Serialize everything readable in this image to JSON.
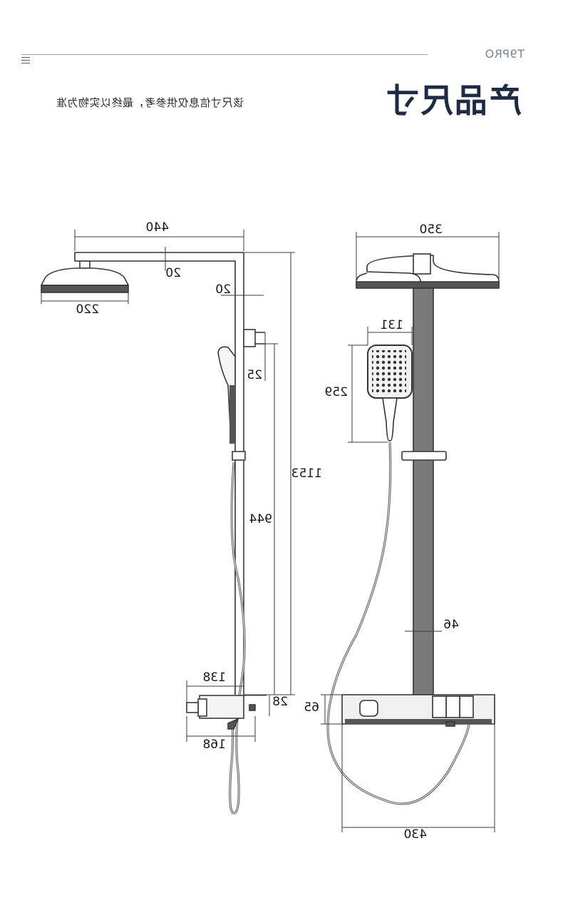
{
  "header": {
    "brand": "T9PRO",
    "title": "产品尺寸",
    "subtitle": "该尺寸信息仅供参考，最终以实物为准"
  },
  "diagram": {
    "side_view": {
      "arm_length": "440",
      "arm_drop": "20",
      "head_diameter": "220",
      "pole_offset": "20",
      "bracket_spacing": "25",
      "total_height": "1153",
      "pole_height": "944",
      "valve_depth": "138",
      "valve_gap": "28",
      "valve_total_depth": "168"
    },
    "front_view": {
      "head_diameter": "350",
      "handshower_width": "131",
      "handshower_height": "259",
      "pipe_diameter": "46",
      "shelf_height": "65",
      "shelf_width": "430"
    }
  },
  "colors": {
    "title": "#1f2a44",
    "line": "#3a3a3a",
    "fill_dark": "#555555"
  }
}
